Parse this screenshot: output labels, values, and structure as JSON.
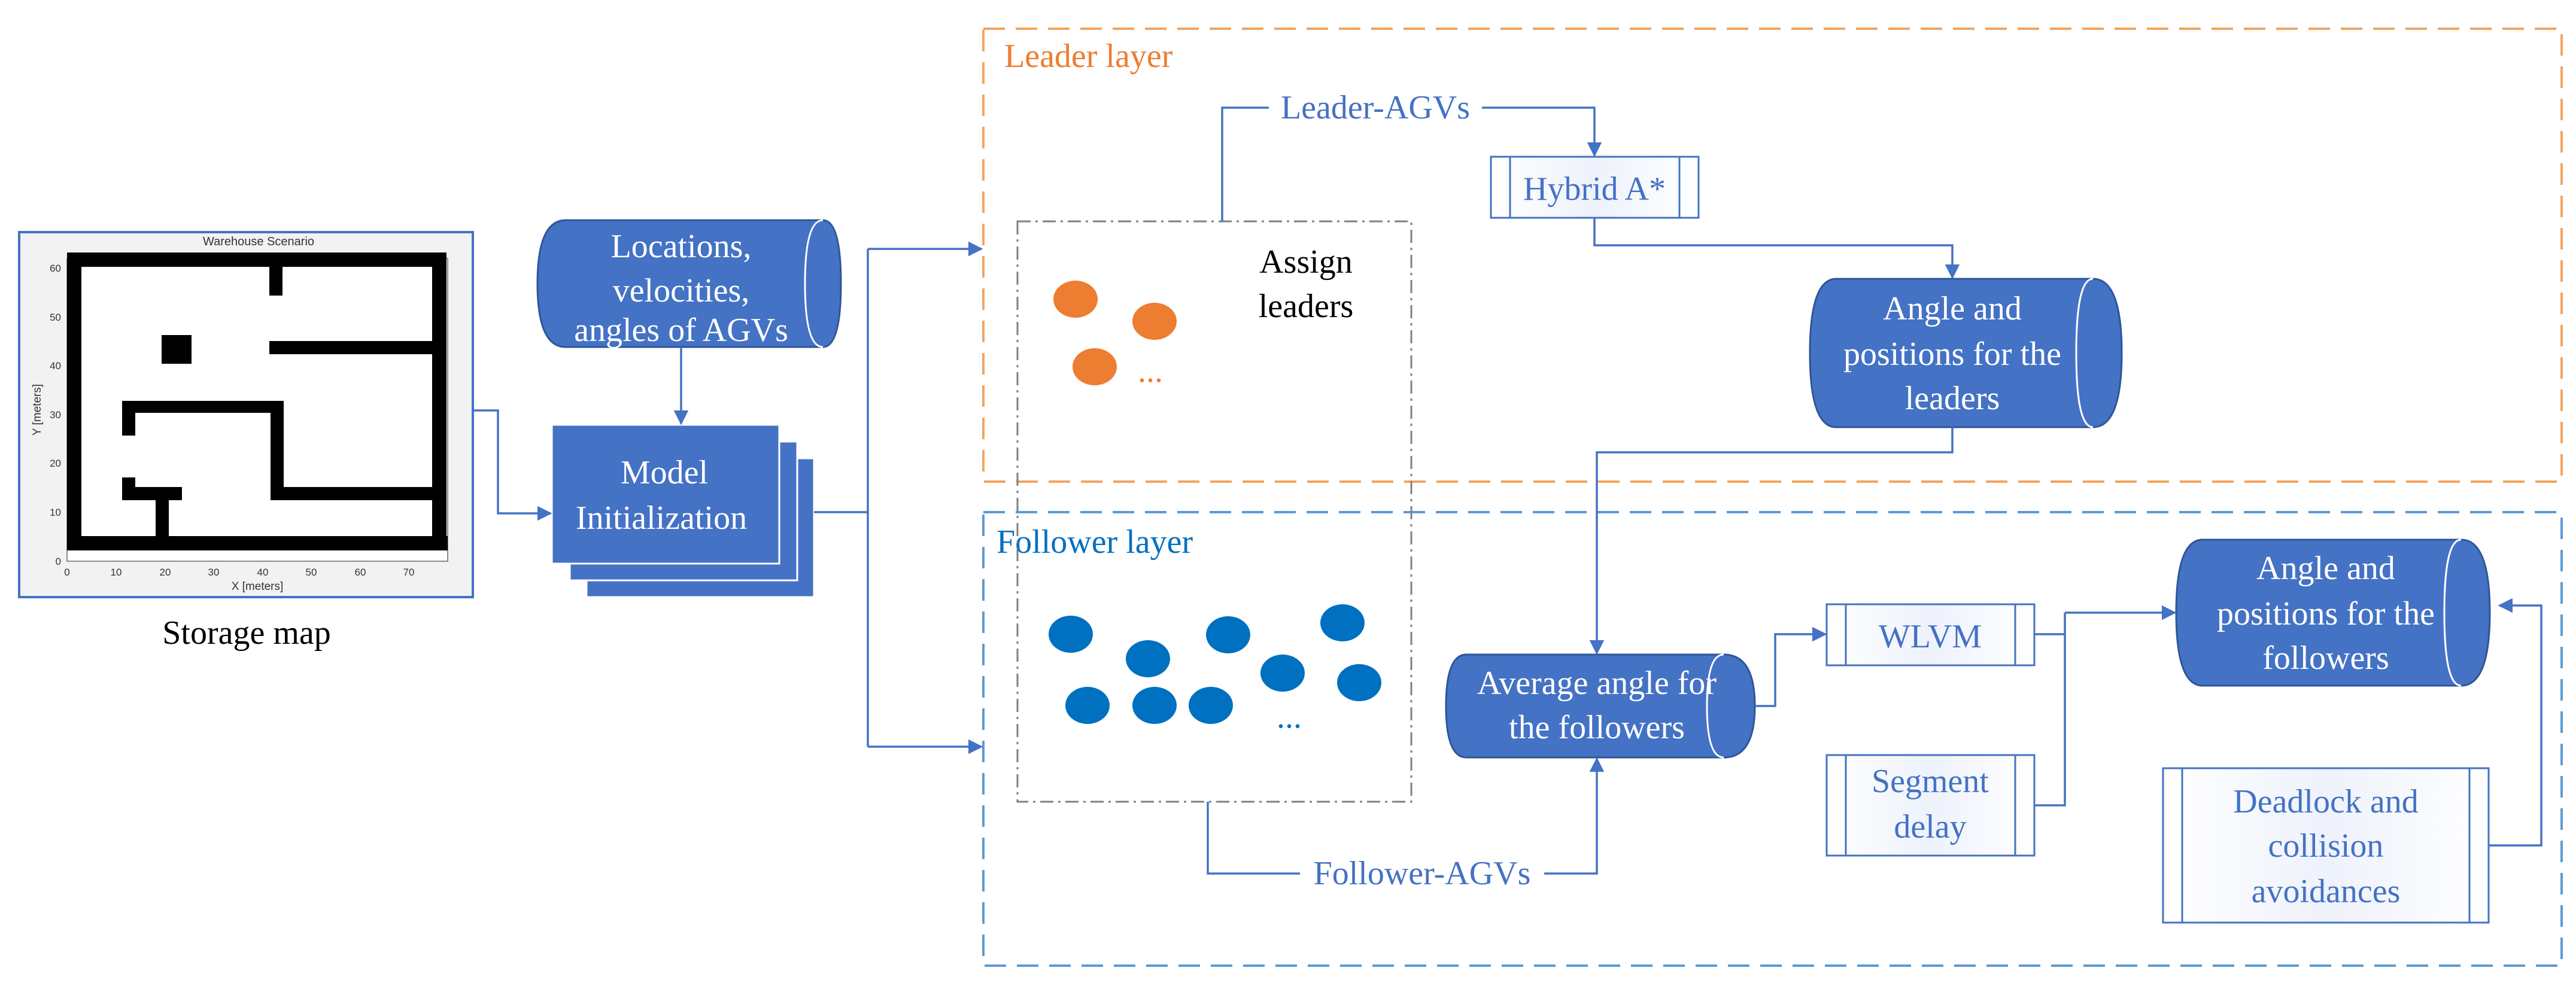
{
  "layers": {
    "leader": "Leader layer",
    "follower": "Follower layer"
  },
  "map": {
    "plot_title": "Warehouse Scenario",
    "x_label": "X [meters]",
    "y_label": "Y [meters]",
    "x_ticks": [
      "0",
      "10",
      "20",
      "30",
      "40",
      "50",
      "60",
      "70"
    ],
    "y_ticks": [
      "0",
      "10",
      "20",
      "30",
      "40",
      "50",
      "60"
    ],
    "caption": "Storage map"
  },
  "nodes": {
    "data_input": [
      "Locations,",
      "velocities,",
      "angles of AGVs"
    ],
    "model_init": [
      "Model",
      "Initialization"
    ],
    "assign": [
      "Assign",
      "leaders"
    ],
    "leader_agvs": "Leader-AGVs",
    "hybrid": "Hybrid A*",
    "leader_output": [
      "Angle and",
      "positions for the",
      "leaders"
    ],
    "follower_agvs": "Follower-AGVs",
    "avg_angle": [
      "Average angle for",
      "the followers"
    ],
    "wlvm": "WLVM",
    "segment_delay": [
      "Segment",
      "delay"
    ],
    "follower_output": [
      "Angle and",
      "positions for the",
      "followers"
    ],
    "deadlock": [
      "Deadlock and",
      "collision",
      "avoidances"
    ],
    "ellipsis": "..."
  },
  "colors": {
    "blue": "#4472c4",
    "leader_orange": "#ed7d31",
    "follower_blue": "#0070c0",
    "leader_border": "#f4a460",
    "follower_border": "#5b9bd5"
  }
}
